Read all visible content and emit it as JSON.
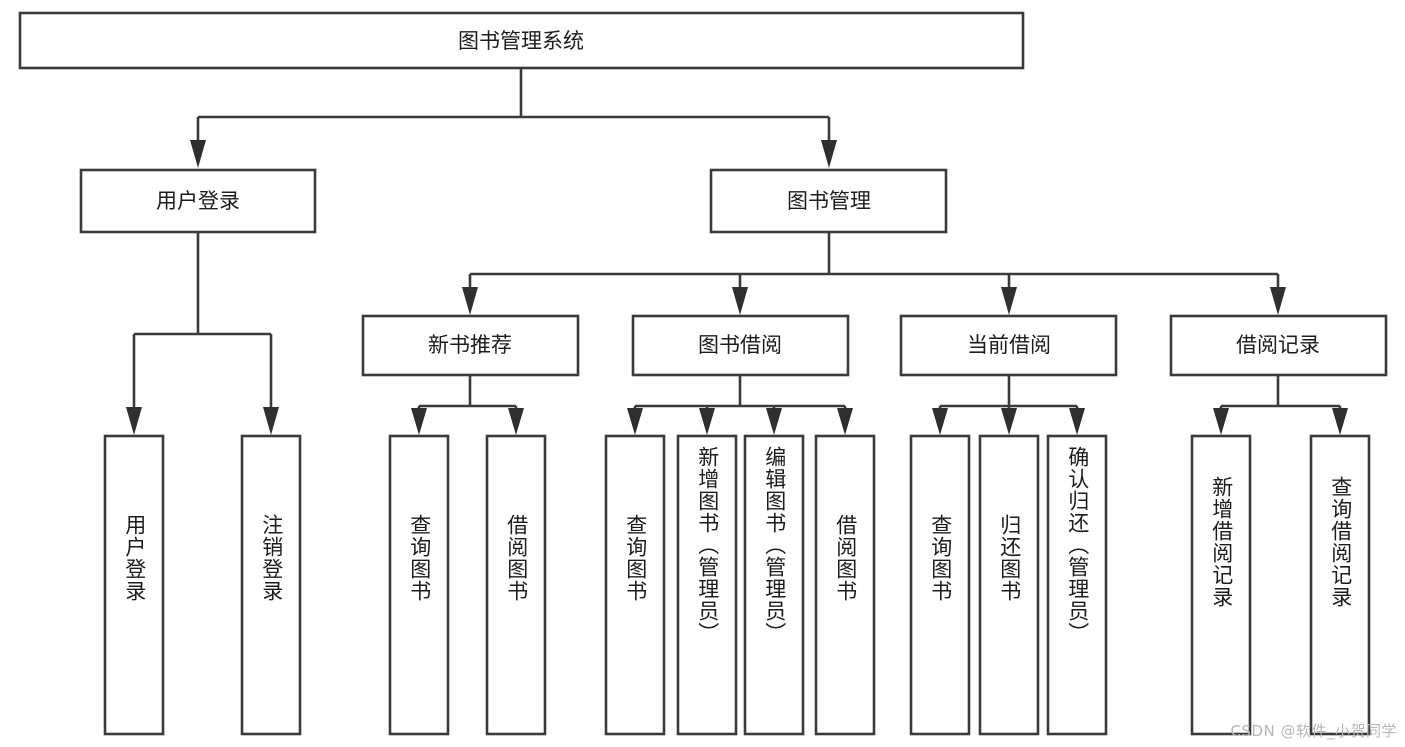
{
  "diagram": {
    "type": "tree-hierarchy",
    "title": "图书管理系统",
    "watermark": "CSDN @软件_小贺同学",
    "colors": {
      "background": "#ffffff",
      "box_fill": "#ffffff",
      "box_stroke": "#3a3a3a",
      "connector": "#3a3a3a",
      "text": "#1c1c1c",
      "watermark": "#b7b7b7"
    },
    "root": {
      "label": "图书管理系统",
      "orientation": "horizontal"
    },
    "level2": [
      {
        "label": "用户登录",
        "orientation": "horizontal"
      },
      {
        "label": "图书管理",
        "orientation": "horizontal"
      }
    ],
    "level3": [
      {
        "label": "新书推荐",
        "orientation": "horizontal"
      },
      {
        "label": "图书借阅",
        "orientation": "horizontal"
      },
      {
        "label": "当前借阅",
        "orientation": "horizontal"
      },
      {
        "label": "借阅记录",
        "orientation": "horizontal"
      }
    ],
    "leaves": {
      "user_login": [
        {
          "label": "用户登录",
          "orientation": "vertical"
        },
        {
          "label": "注销登录",
          "orientation": "vertical"
        }
      ],
      "new_book_recommend": [
        {
          "label": "查询图书",
          "orientation": "vertical"
        },
        {
          "label": "借阅图书",
          "orientation": "vertical"
        }
      ],
      "book_borrow": [
        {
          "label": "查询图书",
          "orientation": "vertical"
        },
        {
          "label": "新增图书（管理员）",
          "orientation": "vertical"
        },
        {
          "label": "编辑图书（管理员）",
          "orientation": "vertical"
        },
        {
          "label": "借阅图书",
          "orientation": "vertical"
        }
      ],
      "current_borrow": [
        {
          "label": "查询图书",
          "orientation": "vertical"
        },
        {
          "label": "归还图书",
          "orientation": "vertical"
        },
        {
          "label": "确认归还（管理员）",
          "orientation": "vertical"
        }
      ],
      "borrow_record": [
        {
          "label": "新增借阅记录",
          "orientation": "vertical"
        },
        {
          "label": "查询借阅记录",
          "orientation": "vertical"
        }
      ]
    }
  }
}
